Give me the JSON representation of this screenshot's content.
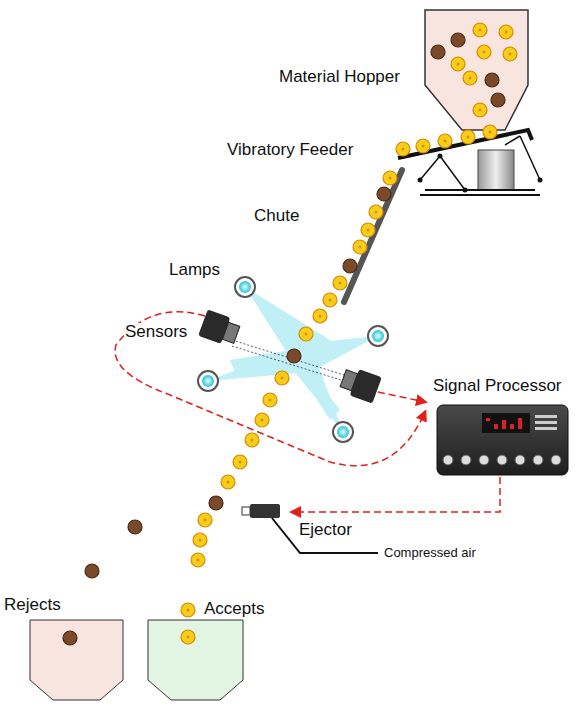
{
  "diagram": {
    "labels": [
      "Material Hopper",
      "Vibratory Feeder",
      "Chute",
      "Lamps",
      "Sensors",
      "Signal Processor",
      "Ejector",
      "Compressed air",
      "Rejects",
      "Accepts"
    ]
  }
}
